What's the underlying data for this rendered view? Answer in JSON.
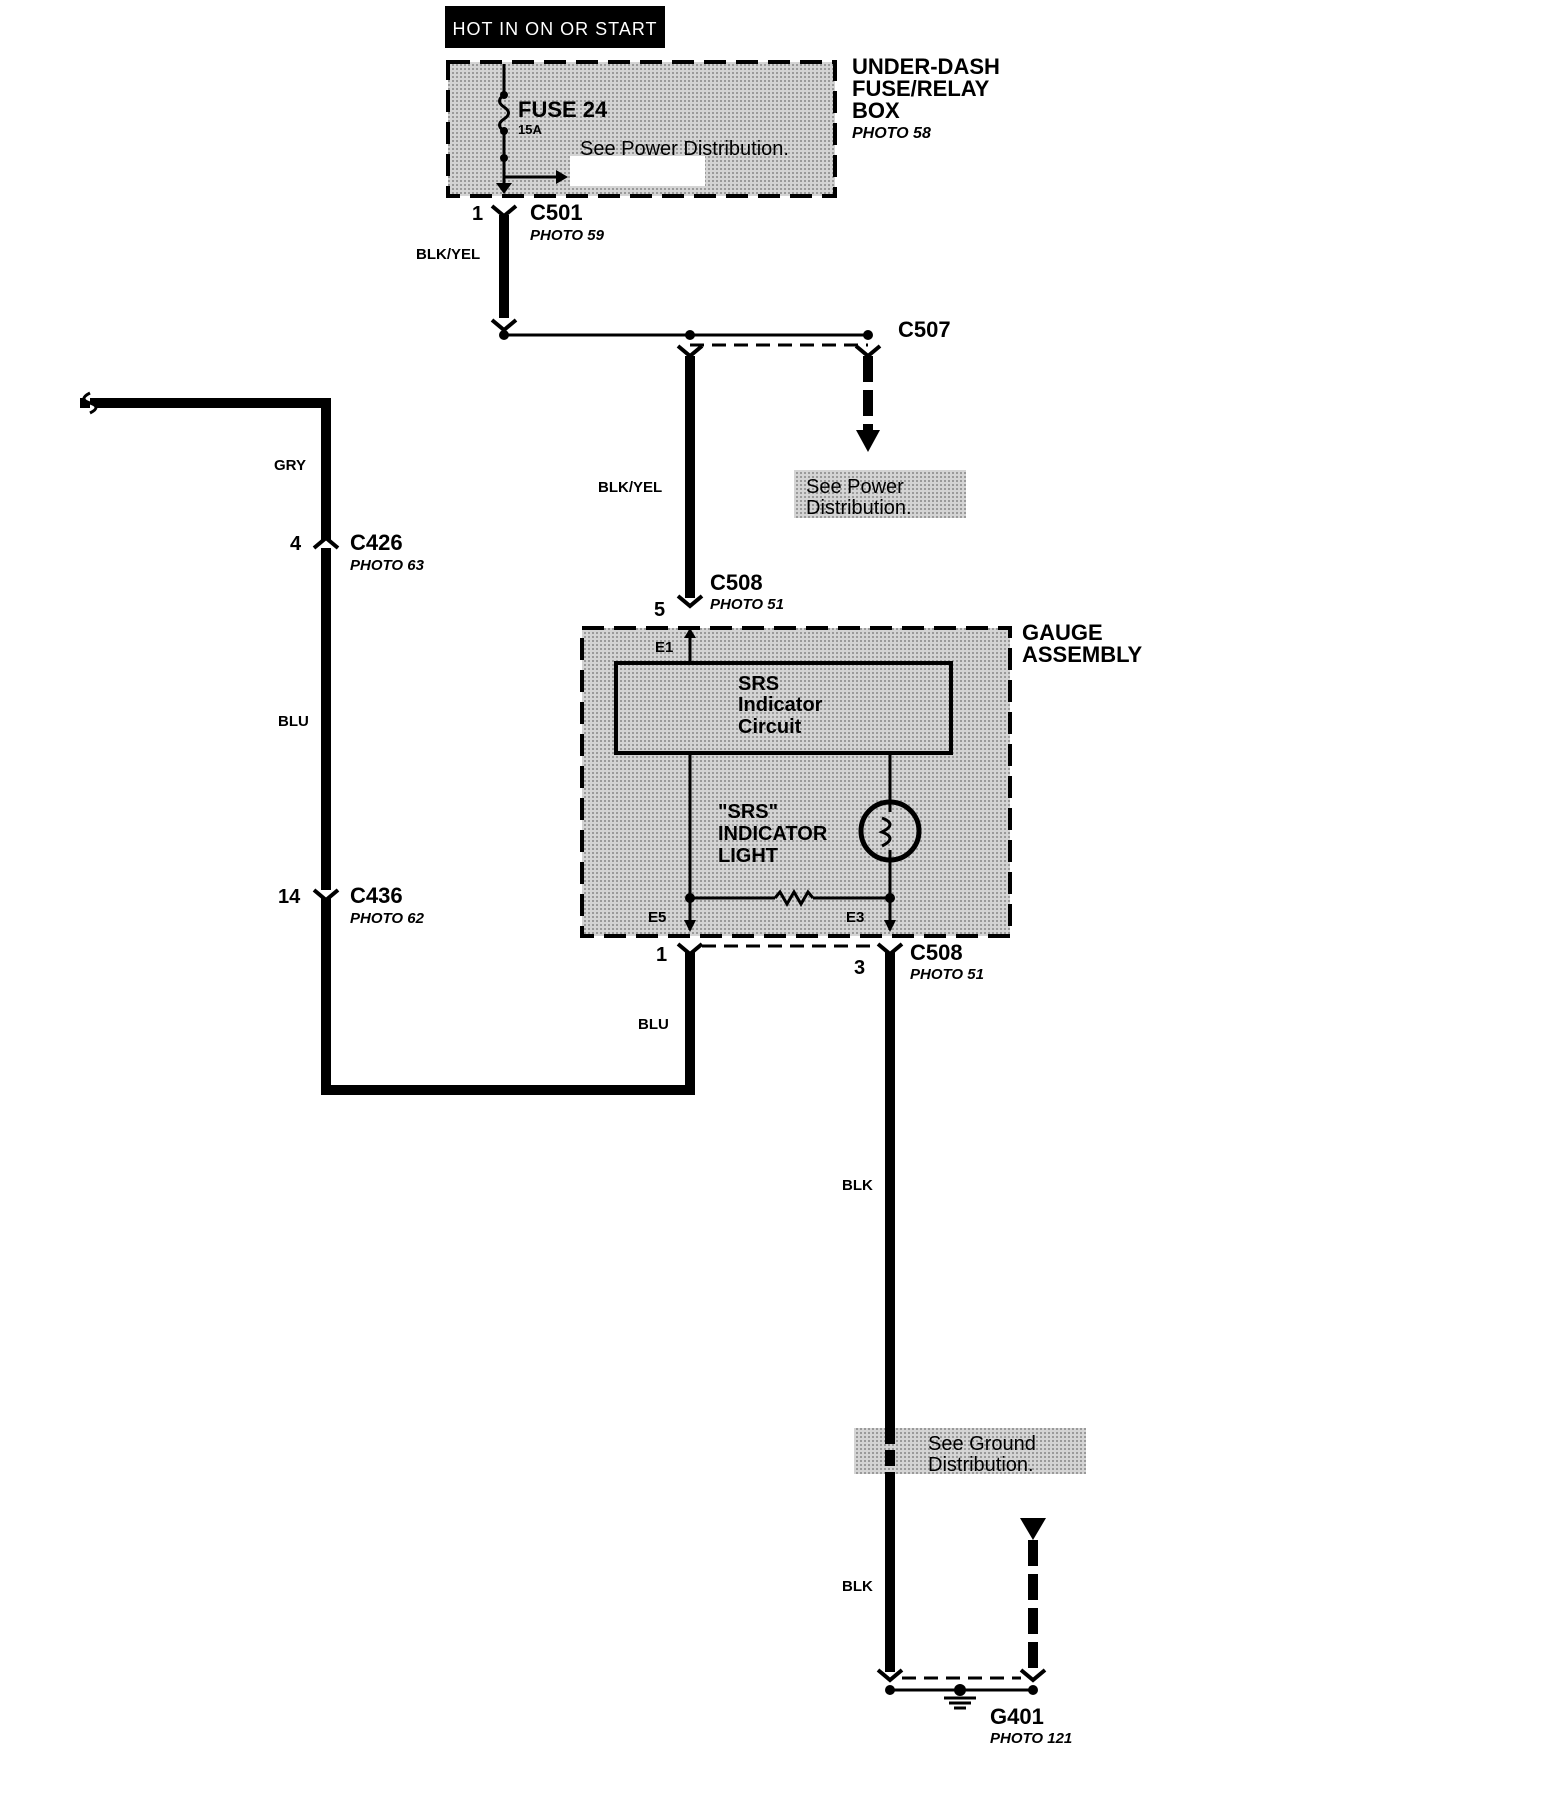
{
  "header": {
    "hot_label": "HOT IN ON OR START"
  },
  "fuse_box": {
    "name_line1": "UNDER-DASH",
    "name_line2": "FUSE/RELAY",
    "name_line3": "BOX",
    "photo": "PHOTO 58",
    "fuse_name": "FUSE 24",
    "fuse_rating": "15A",
    "see_power": "See Power Distribution."
  },
  "connectors": {
    "c501": {
      "name": "C501",
      "photo": "PHOTO 59",
      "pin": "1"
    },
    "c507": {
      "name": "C507"
    },
    "c508_top": {
      "name": "C508",
      "photo": "PHOTO 51",
      "pin": "5"
    },
    "c508_bottom": {
      "name": "C508",
      "photo": "PHOTO 51",
      "pin_left": "1",
      "pin_right": "3"
    },
    "c426": {
      "name": "C426",
      "photo": "PHOTO 63",
      "pin": "4"
    },
    "c436": {
      "name": "C436",
      "photo": "PHOTO 62",
      "pin": "14"
    }
  },
  "wires": {
    "blk_yel_1": "BLK/YEL",
    "blk_yel_2": "BLK/YEL",
    "gry": "GRY",
    "blu_1": "BLU",
    "blu_2": "BLU",
    "blk_1": "BLK",
    "blk_2": "BLK"
  },
  "see_power_2": {
    "line1": "See Power",
    "line2": "Distribution."
  },
  "gauge": {
    "name_line1": "GAUGE",
    "name_line2": "ASSEMBLY",
    "circuit_line1": "SRS",
    "circuit_line2": "Indicator",
    "circuit_line3": "Circuit",
    "light_line1": "\"SRS\"",
    "light_line2": "INDICATOR",
    "light_line3": "LIGHT",
    "term_e1": "E1",
    "term_e5": "E5",
    "term_e3": "E3"
  },
  "ground_dist": {
    "line1": "See Ground",
    "line2": "Distribution."
  },
  "ground": {
    "name": "G401",
    "photo": "PHOTO 121"
  },
  "colors": {
    "ink": "#000000",
    "shade": "#c8c8c8",
    "paper": "#ffffff"
  }
}
